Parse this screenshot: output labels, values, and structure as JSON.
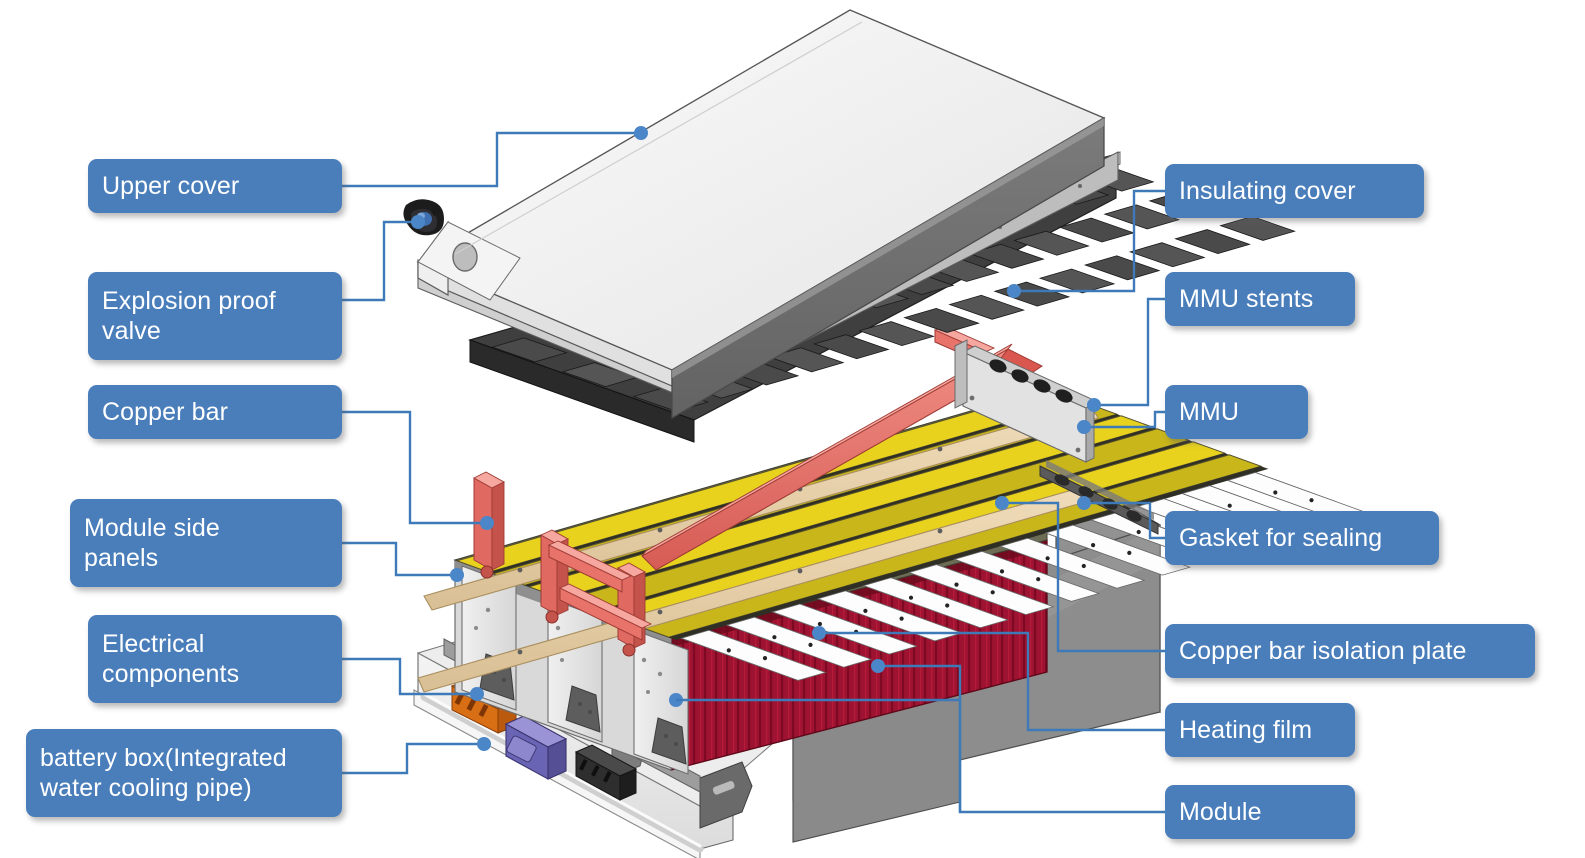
{
  "diagram": {
    "type": "exploded-assembly",
    "subject": "Electric vehicle battery pack exploded view",
    "label_color": "#4a7ebb",
    "label_text_color": "#ffffff",
    "leader_line_color": "#3e7ab8",
    "leader_dot_color": "#4a86c8",
    "palette": {
      "cover_top": "#f2f2f2",
      "cover_side": "#9a9a9a",
      "cover_front": "#6f6f6f",
      "insulating_cover": "#4d4d4d",
      "module_top_busbar": "#e8d21e",
      "module_pad": "#fdfdfd",
      "copper_bar": "#e8736b",
      "heating_film": "#9e1331",
      "isolation_plate": "#e8cfa8",
      "box_wall": "#8d8d8d",
      "tray": "#e9e9e9",
      "bracket": "#5d5d5d",
      "electrical_orange": "#e07818",
      "electrical_violet": "#7b76c4",
      "electrical_black": "#2b2b2b"
    },
    "labels": [
      {
        "id": "upper-cover",
        "text": "Upper cover",
        "side": "left",
        "lines": 1
      },
      {
        "id": "explosion-proof-valve",
        "text": "Explosion proof\nvalve",
        "side": "left",
        "lines": 2
      },
      {
        "id": "copper-bar",
        "text": "Copper bar",
        "side": "left",
        "lines": 1
      },
      {
        "id": "module-side-panels",
        "text": "Module side\npanels",
        "side": "left",
        "lines": 2
      },
      {
        "id": "electrical-components",
        "text": "Electrical\ncomponents",
        "side": "left",
        "lines": 2
      },
      {
        "id": "battery-box",
        "text": "battery box(Integrated\nwater cooling pipe)",
        "side": "left",
        "lines": 2
      },
      {
        "id": "insulating-cover",
        "text": "Insulating cover",
        "side": "right",
        "lines": 1
      },
      {
        "id": "mmu-stents",
        "text": "MMU stents",
        "side": "right",
        "lines": 1
      },
      {
        "id": "mmu",
        "text": "MMU",
        "side": "right",
        "lines": 1
      },
      {
        "id": "gasket-for-sealing",
        "text": "Gasket for sealing",
        "side": "right",
        "lines": 1
      },
      {
        "id": "copper-bar-isolation",
        "text": "Copper bar isolation plate",
        "side": "right",
        "lines": 1
      },
      {
        "id": "heating-film",
        "text": "Heating film",
        "side": "right",
        "lines": 1
      },
      {
        "id": "module",
        "text": "Module",
        "side": "right",
        "lines": 1
      }
    ]
  }
}
